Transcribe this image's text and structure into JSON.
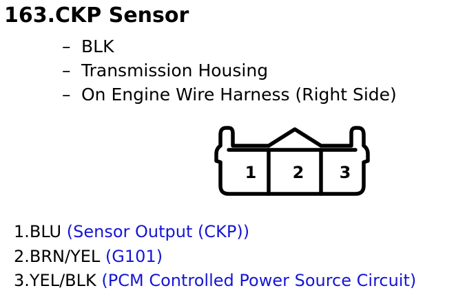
{
  "title": "163.CKP Sensor",
  "details": [
    "BLK",
    "Transmission Housing",
    "On Engine Wire Harness (Right Side)"
  ],
  "detail_bullet": "–",
  "connector": {
    "pin_labels": [
      "1",
      "2",
      "3"
    ]
  },
  "pins": [
    {
      "wire": "1.BLU",
      "description": "(Sensor Output (CKP))"
    },
    {
      "wire": "2.BRN/YEL",
      "description": "(G101)"
    },
    {
      "wire": "3.YEL/BLK",
      "description": "(PCM Controlled Power Source Circuit)"
    }
  ],
  "colors": {
    "text": "#000000",
    "description": "#1515d6"
  }
}
